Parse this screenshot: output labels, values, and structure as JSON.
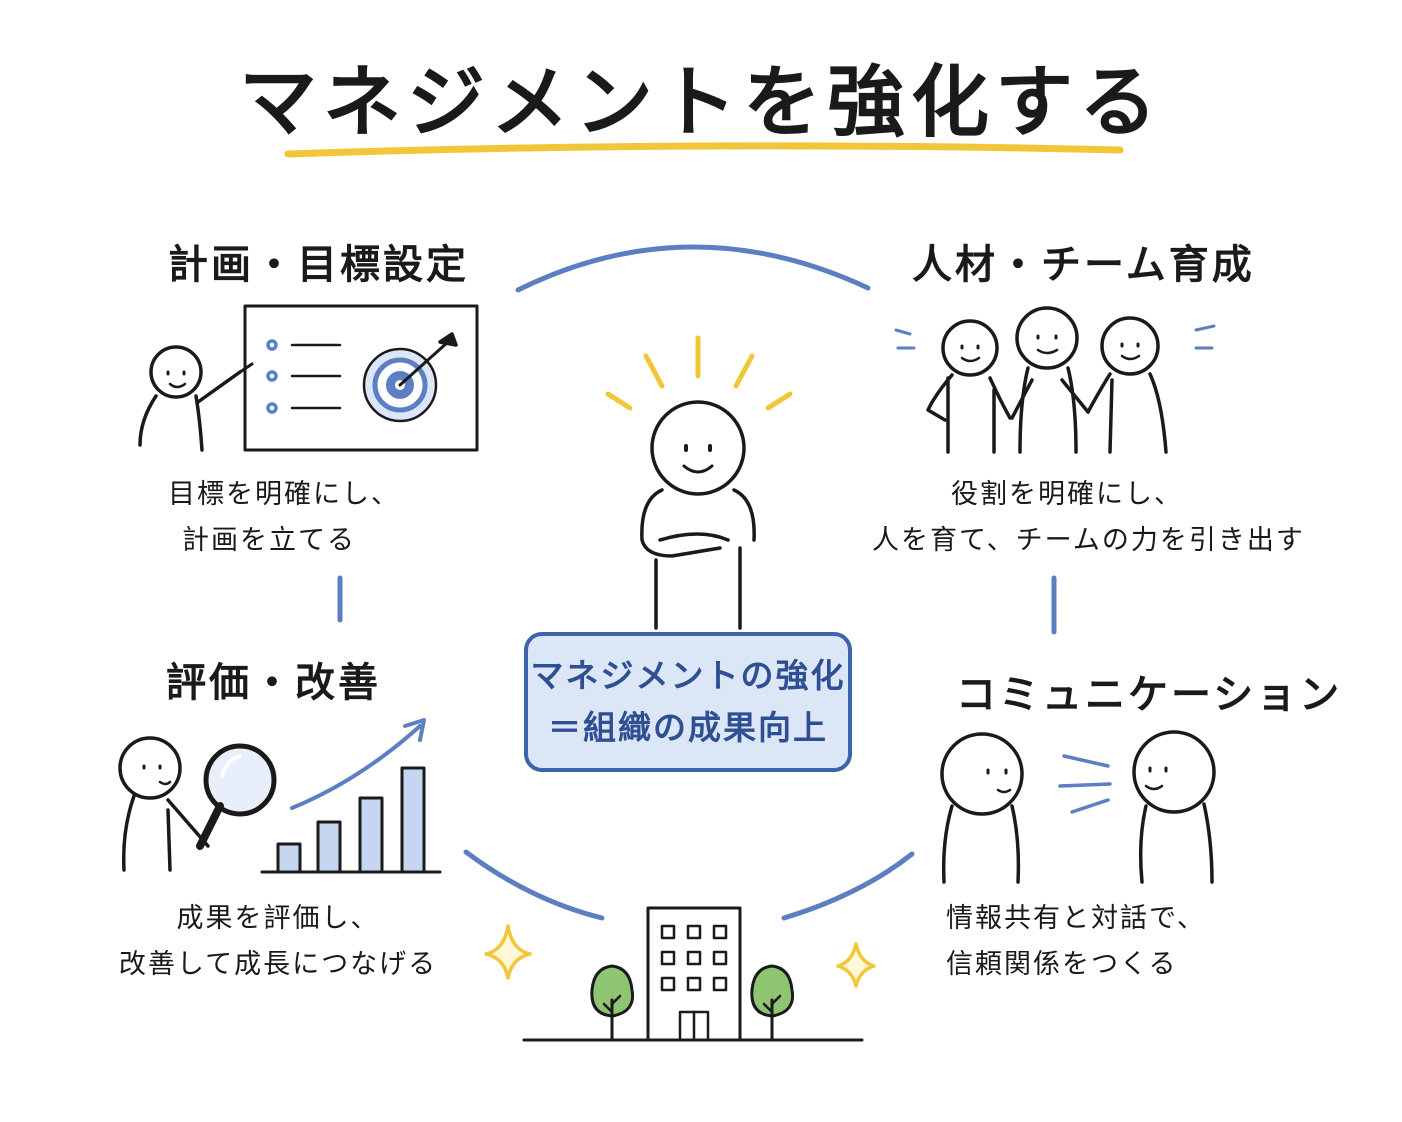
{
  "title": "マネジメントを強化する",
  "center": {
    "line1": "マネジメントの強化",
    "line2": "＝組織の成果向上"
  },
  "sections": {
    "planning": {
      "heading": "計画・目標設定",
      "desc_line1": "目標を明確にし、",
      "desc_line2": "計画を立てる"
    },
    "people": {
      "heading": "人材・チーム育成",
      "desc_line1": "役割を明確にし、",
      "desc_line2": "人を育て、チームの力を引き出す"
    },
    "evaluation": {
      "heading": "評価・改善",
      "desc_line1": "成果を評価し、",
      "desc_line2": "改善して成長につなげる"
    },
    "communication": {
      "heading": "コミュニケーション",
      "desc_line1": "情報共有と対話で、",
      "desc_line2": "信頼関係をつくる"
    }
  },
  "colors": {
    "accent_blue": "#5b7fc1",
    "dark_blue": "#3e64a8",
    "light_blue": "#dbe6f7",
    "yellow": "#f2c63a",
    "green": "#8fc472",
    "ink": "#1a1a1a"
  }
}
